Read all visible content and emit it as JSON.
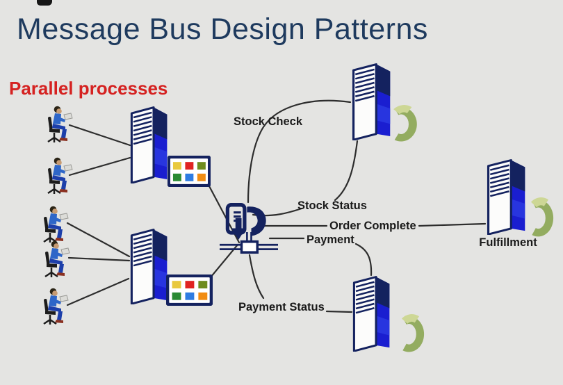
{
  "slide": {
    "title": "Message Bus Design Patterns",
    "subtitle": "Parallel processes"
  },
  "labels": {
    "stock_check": "Stock Check",
    "stock_status": "Stock Status",
    "order_complete": "Order Complete",
    "payment": "Payment",
    "payment_status": "Payment Status",
    "fulfillment": "Fulfillment"
  },
  "diagram": {
    "pattern": "message-bus",
    "client_groups": [
      {
        "name": "upper-clients",
        "count": 2
      },
      {
        "name": "lower-clients",
        "count": 3
      }
    ],
    "nodes": [
      "upper-clients",
      "lower-clients",
      "order-server-upper",
      "order-server-lower",
      "message-bus",
      "stock-service",
      "fulfillment-service",
      "payment-service"
    ],
    "edges": [
      {
        "from": "upper-clients",
        "to": "order-server-upper",
        "label": ""
      },
      {
        "from": "lower-clients",
        "to": "order-server-lower",
        "label": ""
      },
      {
        "from": "order-server-upper",
        "to": "message-bus",
        "label": ""
      },
      {
        "from": "order-server-lower",
        "to": "message-bus",
        "label": ""
      },
      {
        "from": "message-bus",
        "to": "stock-service",
        "label": "Stock Check"
      },
      {
        "from": "stock-service",
        "to": "message-bus",
        "label": "Stock Status"
      },
      {
        "from": "message-bus",
        "to": "fulfillment-service",
        "label": "Order Complete"
      },
      {
        "from": "message-bus",
        "to": "payment-service",
        "label": "Payment"
      },
      {
        "from": "payment-service",
        "to": "message-bus",
        "label": "Payment Status"
      }
    ]
  },
  "icons": {
    "user": "user-at-desk-icon",
    "server": "server-tower-icon",
    "tiles": "app-tile-panel-icon",
    "database": "database-cylinder-icon",
    "bus": "message-bus-node-icon"
  },
  "colors": {
    "background": "#e4e4e2",
    "title": "#1e3a5e",
    "subtitle": "#d52221",
    "label": "#1a1a1a",
    "line": "#2d2d2d",
    "server_dark": "#14225f",
    "server_blue": "#1a1ed0",
    "server_blue2": "#2b3ae2",
    "db_green": "#93ac60",
    "db_green_light": "#cdd795",
    "tile_yellow": "#e9c93e",
    "tile_red": "#e02322",
    "tile_olive": "#6e8c1e",
    "tile_green": "#2a8a33",
    "tile_blue": "#2e7ce2",
    "tile_orange": "#f18c12"
  }
}
